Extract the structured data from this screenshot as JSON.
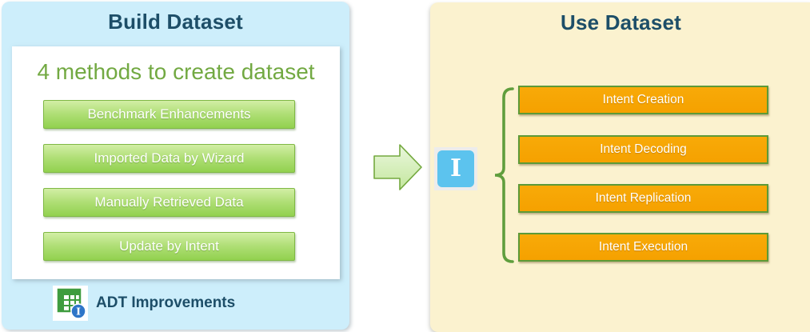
{
  "left_panel": {
    "title": "Build Dataset",
    "card": {
      "heading": "4 methods to create dataset",
      "methods": [
        "Benchmark Enhancements",
        "Imported Data by Wizard",
        "Manually Retrieved Data",
        "Update by Intent"
      ]
    },
    "footer": {
      "icon": "table-info-icon",
      "label": "ADT Improvements"
    }
  },
  "connector": {
    "icon": "right-arrow-icon"
  },
  "right_panel": {
    "title": "Use Dataset",
    "icon_letter": "I",
    "icon_name": "intent-icon",
    "brace_icon": "left-brace",
    "uses": [
      "Intent Creation",
      "Intent Decoding",
      "Intent Replication",
      "Intent Execution"
    ]
  },
  "colors": {
    "left_panel_bg": "#cdeefb",
    "right_panel_bg": "#fbf2cf",
    "title_navy": "#1d4e68",
    "heading_green": "#72a942",
    "green_button_top": "#d2efa5",
    "green_button_bottom": "#92d14f",
    "green_button_border": "#7fb844",
    "orange_button_fill": "#f5a100",
    "orange_button_border": "#5c9a38",
    "brace_green": "#5f9e3d",
    "intent_icon_blue": "#5cc3ee",
    "button_text": "#ffffff"
  }
}
